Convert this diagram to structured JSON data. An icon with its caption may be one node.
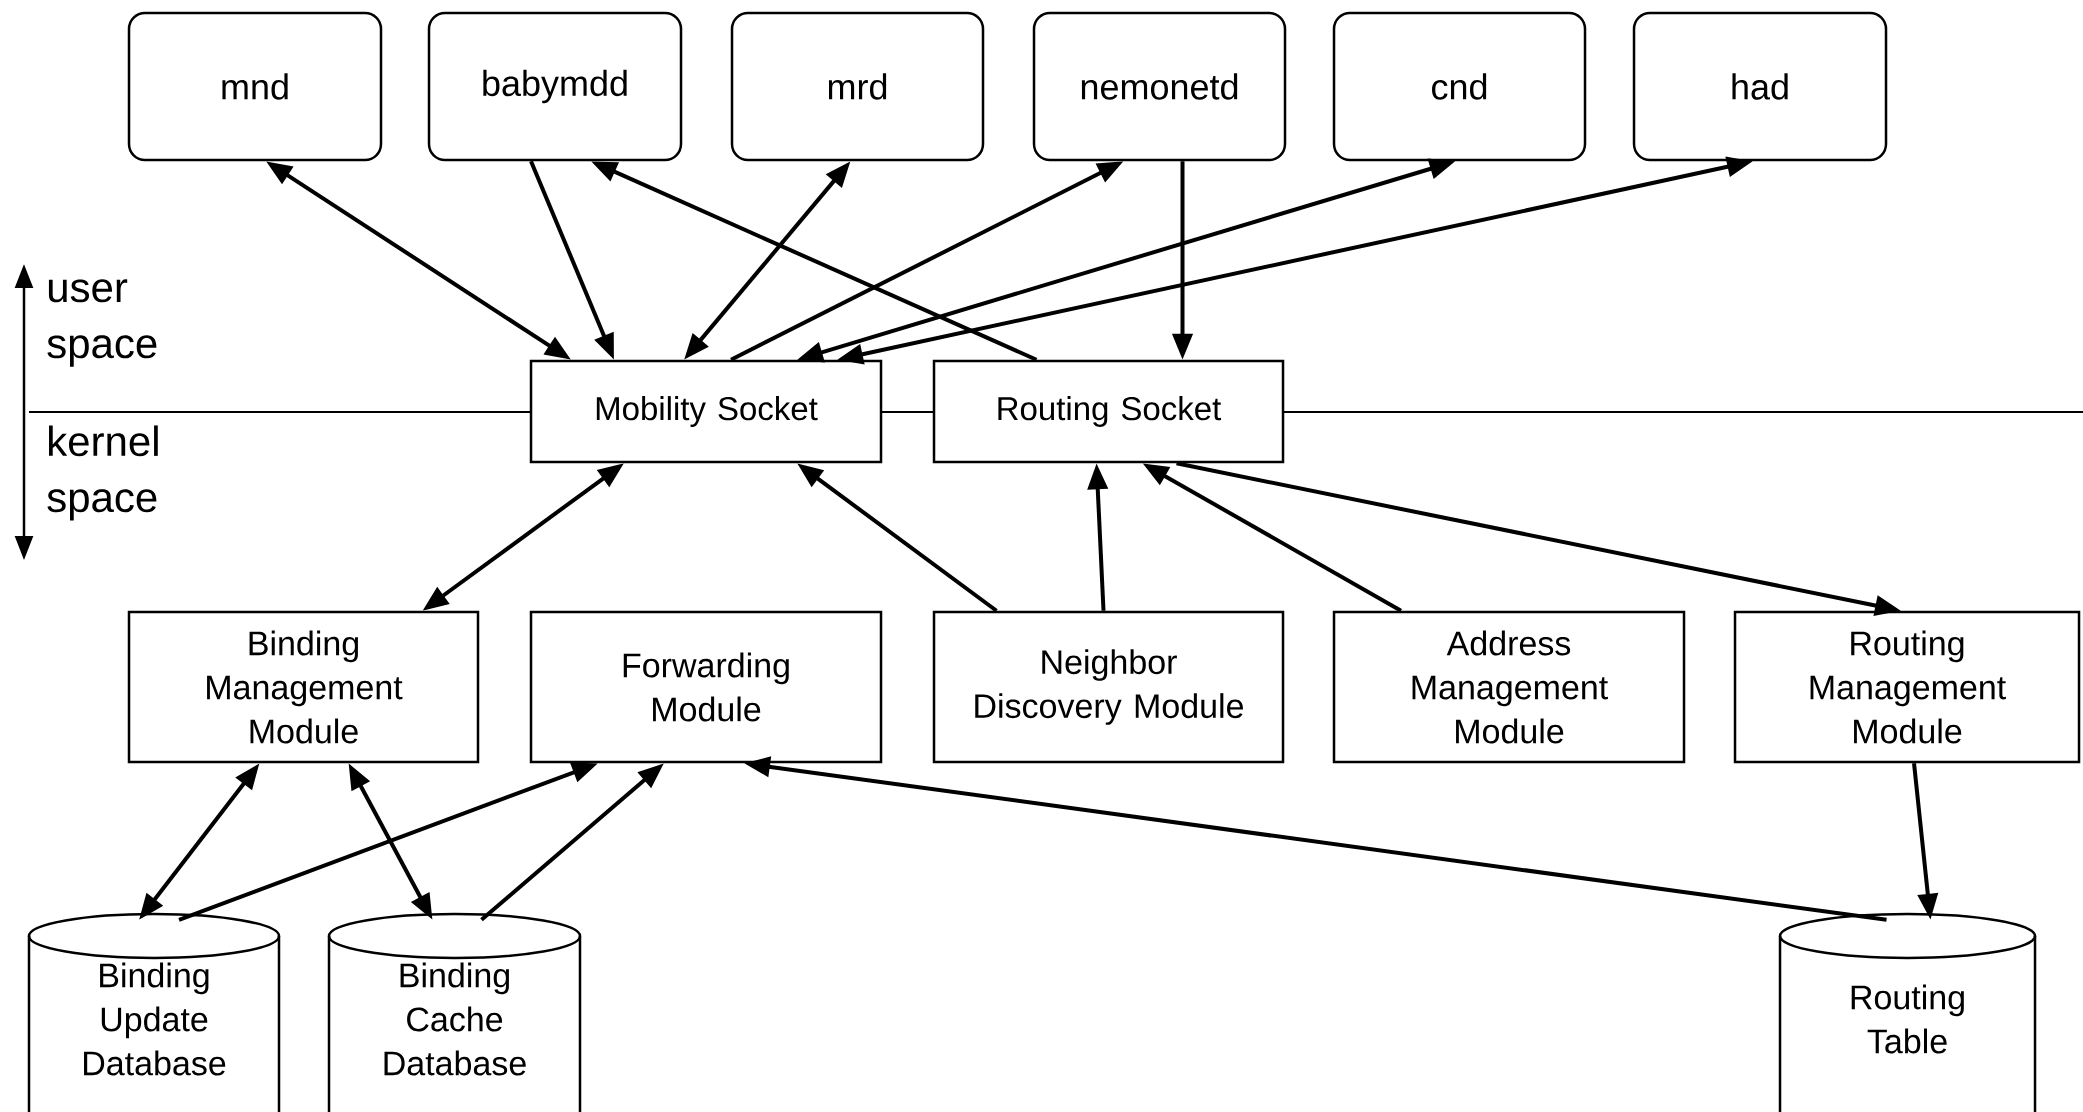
{
  "diagram": {
    "nodes": [
      {
        "text": [
          "mnd"
        ]
      },
      {
        "text": [
          "babymdd"
        ]
      },
      {
        "text": [
          "mrd"
        ]
      },
      {
        "text": [
          "nemonetd"
        ]
      },
      {
        "text": [
          "cnd"
        ]
      },
      {
        "text": [
          "had"
        ]
      },
      {
        "text": [
          "Mobility Socket"
        ]
      },
      {
        "text": [
          "Routing Socket"
        ]
      },
      {
        "text": [
          "Binding Management Module"
        ]
      },
      {
        "text": [
          "Forwarding Module"
        ]
      },
      {
        "text": [
          "Neighbor Discovery Module"
        ]
      },
      {
        "text": [
          "Address Management Module"
        ]
      },
      {
        "text": [
          "Routing Management Module"
        ]
      },
      {
        "text": [
          "Binding Update Database"
        ]
      },
      {
        "text": [
          "Binding Cache Database"
        ]
      },
      {
        "text": [
          "Routing Table"
        ]
      }
    ],
    "edges": [
      {
        "from": 0,
        "to": 6,
        "arrow": "both"
      },
      {
        "from": 1,
        "to": 6,
        "arrow": "to"
      },
      {
        "from": 6,
        "to": 2,
        "arrow": "both"
      },
      {
        "from": 6,
        "to": 3,
        "arrow": "to"
      },
      {
        "from": 6,
        "to": 4,
        "arrow": "both"
      },
      {
        "from": 6,
        "to": 5,
        "arrow": "both"
      },
      {
        "from": 3,
        "to": 7,
        "arrow": "to"
      },
      {
        "from": 7,
        "to": 1,
        "arrow": "to"
      },
      {
        "from": 8,
        "to": 6,
        "arrow": "both"
      },
      {
        "from": 10,
        "to": 6,
        "arrow": "to"
      },
      {
        "from": 10,
        "to": 7,
        "arrow": "to"
      },
      {
        "from": 11,
        "to": 7,
        "arrow": "to"
      },
      {
        "from": 7,
        "to": 12,
        "arrow": "to"
      },
      {
        "from": 8,
        "to": 13,
        "arrow": "both"
      },
      {
        "from": 8,
        "to": 14,
        "arrow": "both"
      },
      {
        "from": 13,
        "to": 9,
        "arrow": "to"
      },
      {
        "from": 14,
        "to": 9,
        "arrow": "to"
      },
      {
        "from": 15,
        "to": 9,
        "arrow": "to"
      },
      {
        "from": 12,
        "to": 15,
        "arrow": "to"
      }
    ],
    "labels": [
      "user space",
      "kernel space"
    ]
  }
}
